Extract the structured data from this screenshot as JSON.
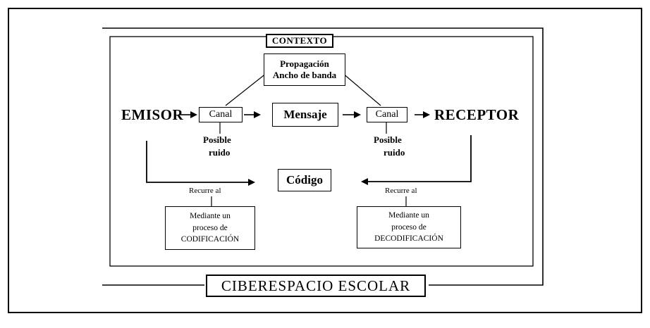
{
  "diagram": {
    "contexto": "CONTEXTO",
    "propagacion_line1": "Propagación",
    "propagacion_line2": "Ancho de banda",
    "emisor": "EMISOR",
    "receptor": "RECEPTOR",
    "canal_left": "Canal",
    "canal_right": "Canal",
    "mensaje": "Mensaje",
    "posible_left_1": "Posible",
    "posible_left_2": "ruido",
    "posible_right_1": "Posible",
    "posible_right_2": "ruido",
    "codigo": "Código",
    "recurre_left": "Recurre al",
    "recurre_right": "Recurre al",
    "codif_line1": "Mediante un",
    "codif_line2": "proceso de",
    "codif_line3": "CODIFICACIÓN",
    "decodif_line1": "Mediante un",
    "decodif_line2": "proceso de",
    "decodif_line3": "DECODIFICACIÓN",
    "footer": "CIBERESPACIO ESCOLAR"
  }
}
